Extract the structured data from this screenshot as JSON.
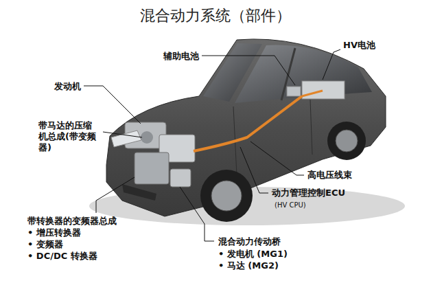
{
  "diagram": {
    "title": "混合动力系统（部件）",
    "labels": [
      "辅助电池",
      "HV电池",
      "发动机",
      "带马达的压缩 机总成(带变频 器)",
      "高电压线束",
      "动力管理控制ECU",
      "(HV CPU)",
      "带转换器的变频器总成",
      "• 增压转换器",
      "• 变频器",
      "• DC/DC 转换器",
      "混合动力传动桥",
      "• 发电机 (MG1)",
      "• 马达 (MG2)"
    ]
  }
}
